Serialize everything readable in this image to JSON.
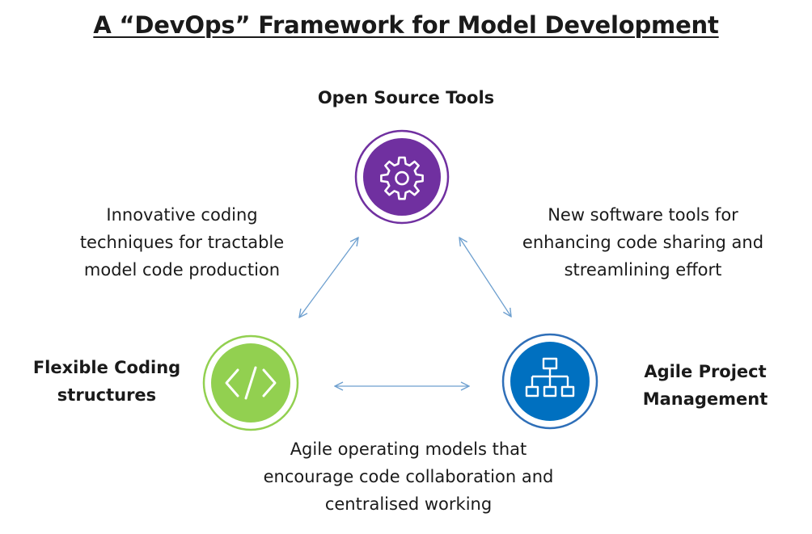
{
  "title": "A “DevOps” Framework for Model Development",
  "nodes": {
    "top": {
      "label": "Open Source Tools",
      "icon": "gear-icon",
      "fill": "#7030a0",
      "ring": "#7030a0"
    },
    "left": {
      "label_lines": [
        "Flexible Coding",
        "structures"
      ],
      "icon": "code-icon",
      "fill": "#92d050",
      "ring": "#92d050"
    },
    "right": {
      "label_lines": [
        "Agile Project",
        "Management"
      ],
      "icon": "hierarchy-icon",
      "fill": "#0070c0",
      "ring": "#2f6fb8"
    }
  },
  "descriptions": {
    "left": [
      "Innovative coding",
      "techniques for tractable",
      "model code production"
    ],
    "right": [
      "New software tools for",
      "enhancing code sharing and",
      "streamlining effort"
    ],
    "bottom": [
      "Agile operating models that",
      "encourage code collaboration and",
      "centralised working"
    ]
  },
  "colors": {
    "arrow": "#6d9fcf",
    "icon_stroke": "#ffffff"
  }
}
